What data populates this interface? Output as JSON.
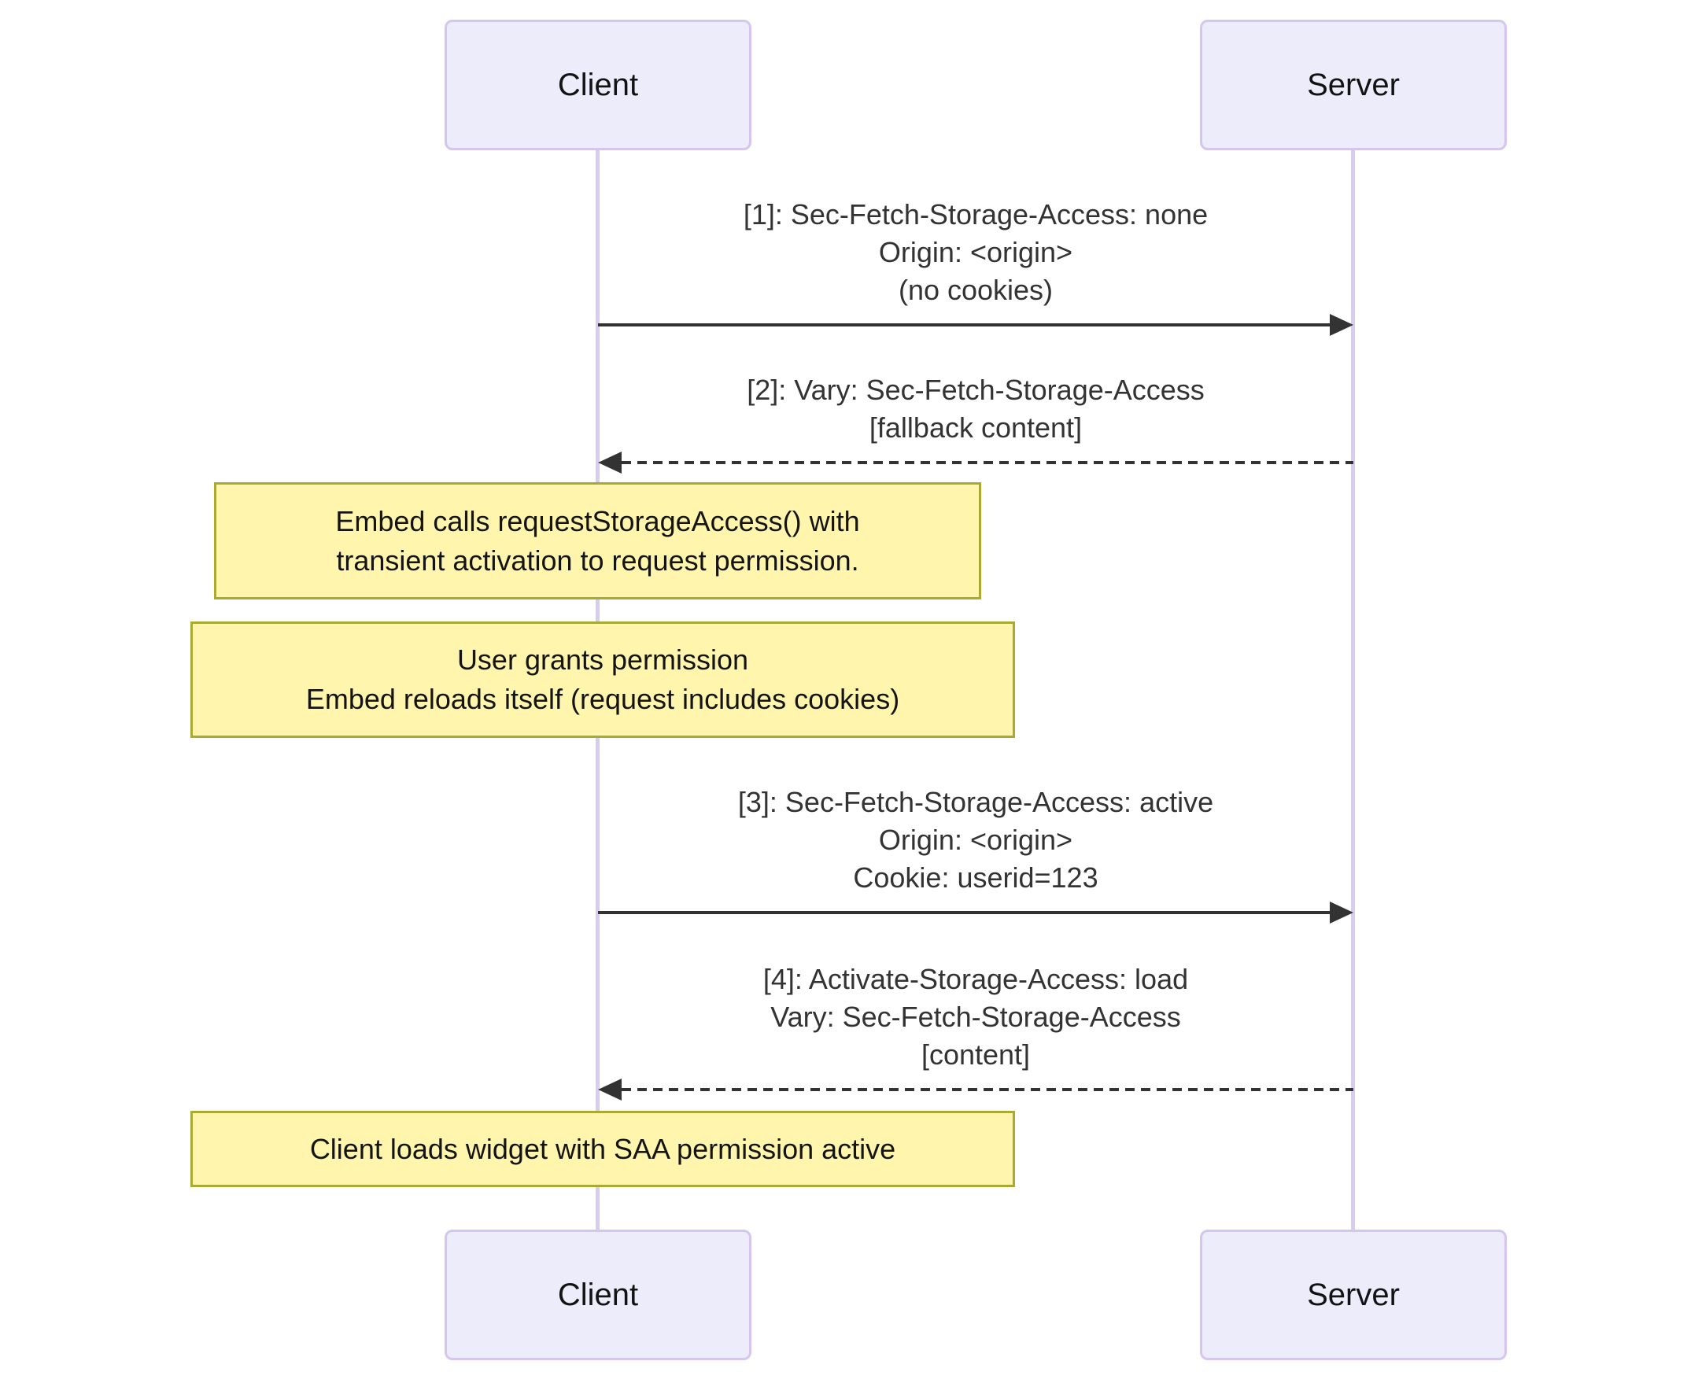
{
  "diagram": {
    "type": "sequence",
    "colors": {
      "background": "#ffffff",
      "actor_fill": "#ECECFB",
      "actor_border": "#d5c6ef",
      "lifeline": "#d8ccf1",
      "arrow": "#333333",
      "message_text": "#333333",
      "note_fill": "#fff5ad",
      "note_border": "#aaaa33",
      "note_text": "#141414"
    },
    "actors": {
      "client": {
        "label": "Client"
      },
      "server": {
        "label": "Server"
      }
    },
    "messages": [
      {
        "id": 1,
        "from": "Client",
        "to": "Server",
        "line_style": "solid",
        "lines": [
          "[1]: Sec-Fetch-Storage-Access: none",
          "Origin: <origin>",
          "(no cookies)"
        ]
      },
      {
        "id": 2,
        "from": "Server",
        "to": "Client",
        "line_style": "dashed",
        "lines": [
          "[2]: Vary: Sec-Fetch-Storage-Access",
          "[fallback content]"
        ]
      },
      {
        "id": 3,
        "from": "Client",
        "to": "Server",
        "line_style": "solid",
        "lines": [
          "[3]: Sec-Fetch-Storage-Access: active",
          "Origin: <origin>",
          "Cookie: userid=123"
        ]
      },
      {
        "id": 4,
        "from": "Server",
        "to": "Client",
        "line_style": "dashed",
        "lines": [
          "[4]: Activate-Storage-Access: load",
          "Vary: Sec-Fetch-Storage-Access",
          "[content]"
        ]
      }
    ],
    "notes": [
      {
        "over": "Client",
        "lines": [
          "Embed calls requestStorageAccess() with",
          "transient activation to request permission."
        ]
      },
      {
        "over": "Client",
        "lines": [
          "User grants permission",
          "Embed reloads itself (request includes cookies)"
        ]
      },
      {
        "over": "Client",
        "lines": [
          "Client loads widget with SAA permission active"
        ]
      }
    ]
  }
}
